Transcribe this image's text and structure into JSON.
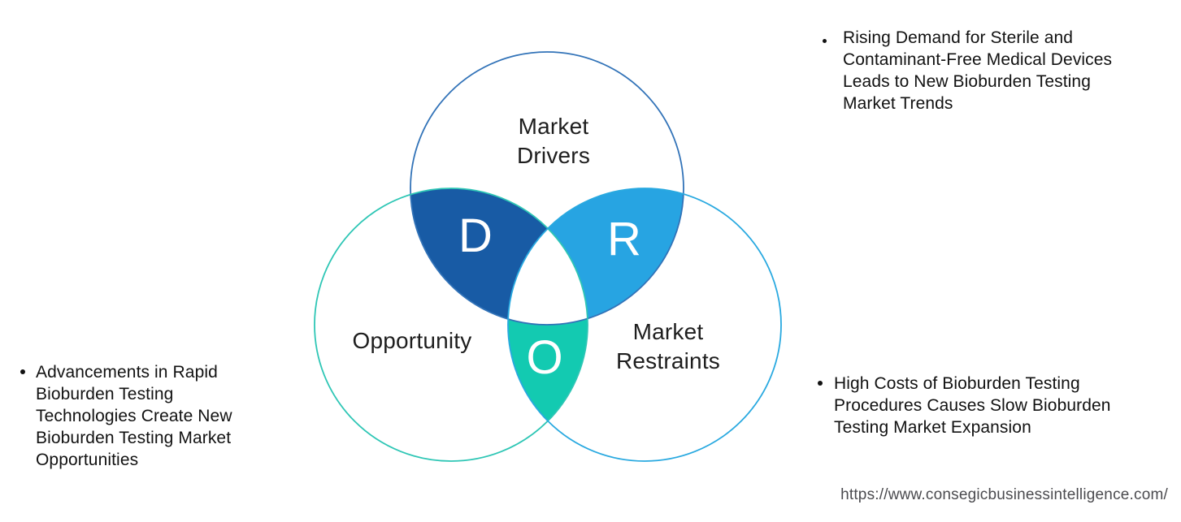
{
  "venn": {
    "drivers": {
      "label": "Market\nDrivers",
      "letter": "D",
      "fill": "#185BA5",
      "stroke": "#3273B8"
    },
    "restraints": {
      "label": "Market\nRestraints",
      "letter": "R",
      "fill": "#27A4E2",
      "stroke": "#29A9E0"
    },
    "opportunity": {
      "label": "Opportunity",
      "letter": "O",
      "fill": "#13CAB1",
      "stroke": "#2EC6B5"
    },
    "center_fill": "#ffffff"
  },
  "notes": {
    "drivers_note": "Rising Demand for Sterile and Contaminant-Free Medical Devices Leads to New Bioburden Testing Market Trends",
    "opportunity_note": "Advancements in Rapid Bioburden Testing Technologies Create New Bioburden Testing Market Opportunities",
    "restraints_note": "High Costs of Bioburden Testing Procedures Causes Slow Bioburden Testing Market Expansion"
  },
  "footer": {
    "url": "https://www.consegicbusinessintelligence.com/"
  }
}
